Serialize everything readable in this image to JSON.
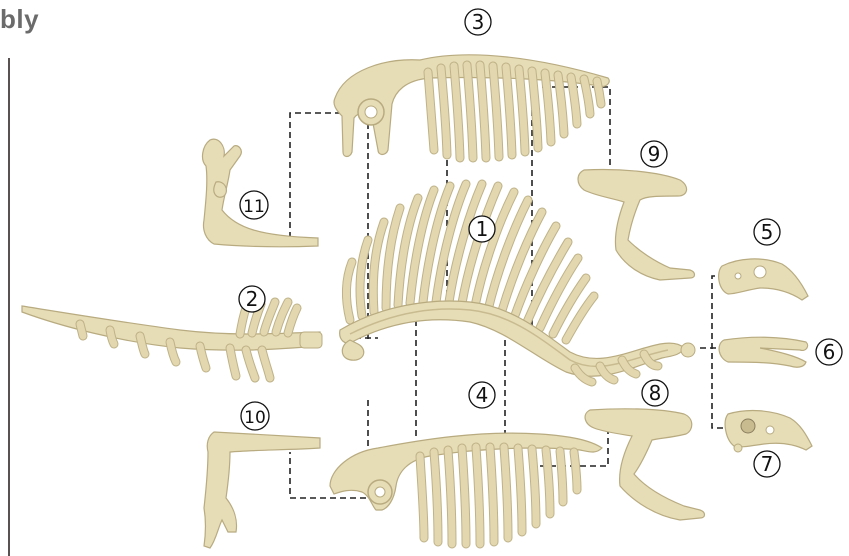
{
  "title": "bly",
  "colors": {
    "bone": "#e6dcb6",
    "bone_stroke": "#b8ab80",
    "bone_shadow": "#d3c79d",
    "leader_line": "#222222",
    "label": "#111111",
    "title": "#6b6b6b",
    "rule": "#5a5151"
  },
  "parts": [
    {
      "id": "spine",
      "number": "1"
    },
    {
      "id": "tail",
      "number": "2"
    },
    {
      "id": "upper-rib-cage",
      "number": "3"
    },
    {
      "id": "lower-rib-cage",
      "number": "4"
    },
    {
      "id": "skull-top",
      "number": "5"
    },
    {
      "id": "jaw",
      "number": "6"
    },
    {
      "id": "skull-base",
      "number": "7"
    },
    {
      "id": "hind-leg-lower",
      "number": "8"
    },
    {
      "id": "hind-leg-upper",
      "number": "9"
    },
    {
      "id": "front-leg-lower",
      "number": "10"
    },
    {
      "id": "front-leg-upper",
      "number": "11"
    }
  ]
}
